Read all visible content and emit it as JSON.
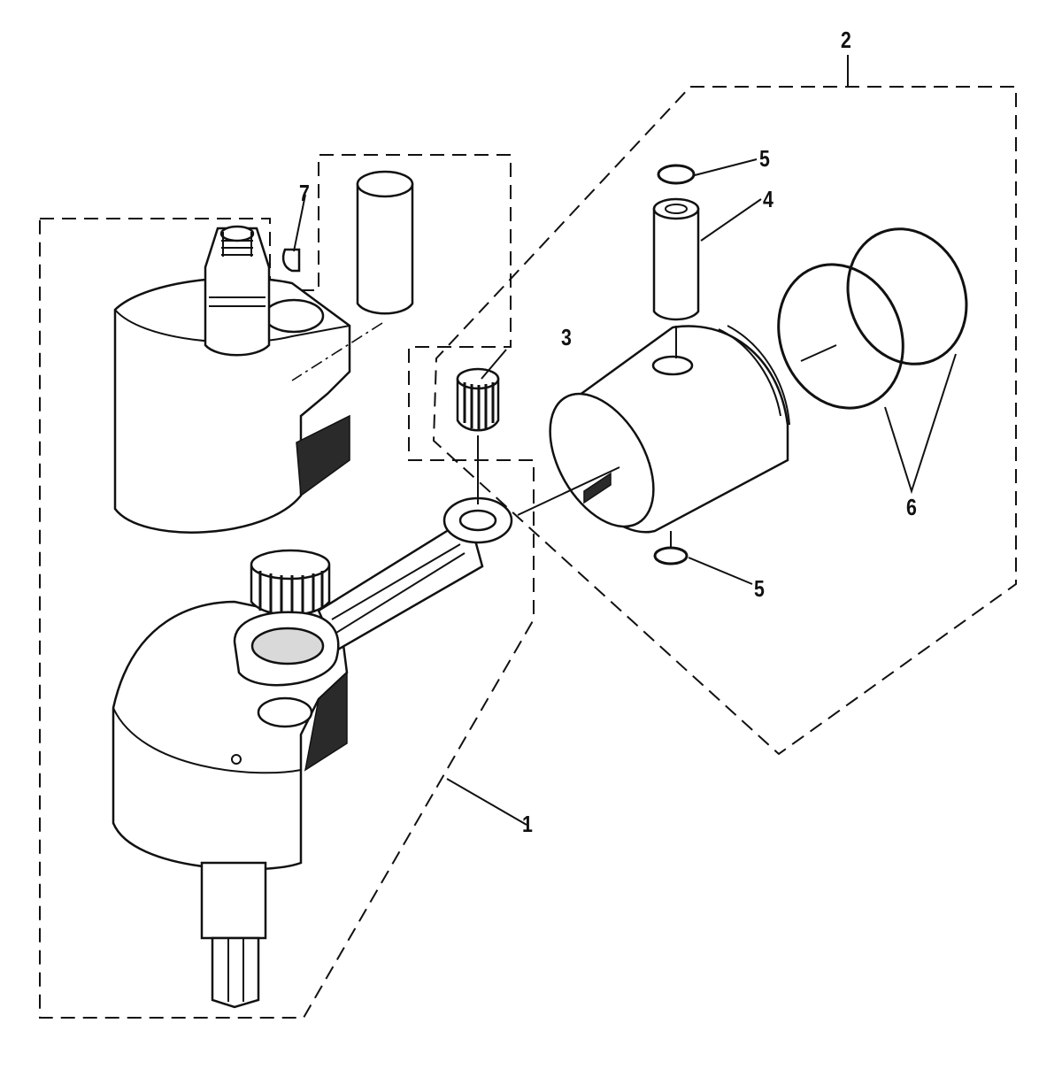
{
  "diagram": {
    "callouts": [
      {
        "id": "callout-1",
        "label": "1"
      },
      {
        "id": "callout-2",
        "label": "2"
      },
      {
        "id": "callout-3",
        "label": "3"
      },
      {
        "id": "callout-4",
        "label": "4"
      },
      {
        "id": "callout-5-top",
        "label": "5"
      },
      {
        "id": "callout-5-bottom",
        "label": "5"
      },
      {
        "id": "callout-6",
        "label": "6"
      },
      {
        "id": "callout-7",
        "label": "7"
      }
    ]
  }
}
